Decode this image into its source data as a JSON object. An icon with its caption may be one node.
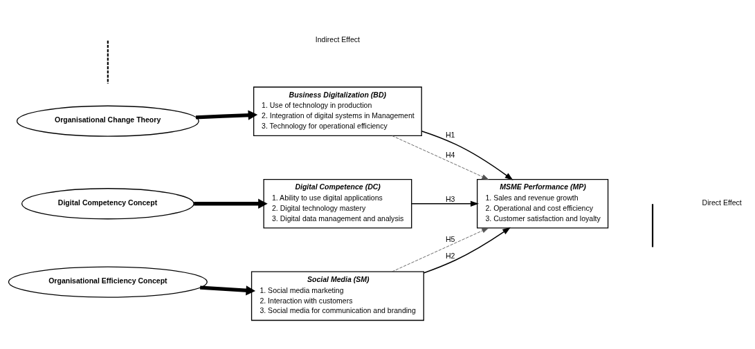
{
  "diagram": {
    "nodes": [
      {
        "text": [
          "Organisational Change Theory"
        ]
      },
      {
        "text": [
          "Business Digitalization (BD)",
          "1. Use of technology in production",
          "2. Integration of digital systems in Management",
          "3. Technology for operational efficiency"
        ]
      },
      {
        "text": [
          "Digital Competency Concept"
        ]
      },
      {
        "text": [
          "Digital Competence (DC)",
          "1. Ability to use digital applications",
          "2. Digital technology mastery",
          "3. Digital data management and analysis"
        ]
      },
      {
        "text": [
          "Organisational Efficiency Concept"
        ]
      },
      {
        "text": [
          "Social Media (SM)",
          "1. Social media marketing",
          "2. Interaction with customers",
          "3. Social media for communication and branding"
        ]
      },
      {
        "text": [
          "MSME Performance (MP)",
          "1. Sales and revenue growth",
          "2. Operational and cost efficiency",
          "3. Customer satisfaction and loyalty"
        ]
      }
    ],
    "edges": [
      {
        "from": 0,
        "to": 1,
        "arrow": "to",
        "style": "thick"
      },
      {
        "from": 2,
        "to": 3,
        "arrow": "to",
        "style": "thick"
      },
      {
        "from": 4,
        "to": 5,
        "arrow": "to",
        "style": "thick"
      },
      {
        "from": 1,
        "to": 6,
        "arrow": "to",
        "label": "H1"
      },
      {
        "from": 1,
        "to": 6,
        "arrow": "to",
        "label": "H4",
        "style": "dashed"
      },
      {
        "from": 3,
        "to": 6,
        "arrow": "to",
        "label": "H3"
      },
      {
        "from": 5,
        "to": 6,
        "arrow": "to",
        "label": "H5",
        "style": "dashed"
      },
      {
        "from": 5,
        "to": 6,
        "arrow": "to",
        "label": "H2"
      }
    ],
    "legend": [
      {
        "text": "Direct Effect"
      },
      {
        "text": "Indirect Effect"
      }
    ]
  }
}
